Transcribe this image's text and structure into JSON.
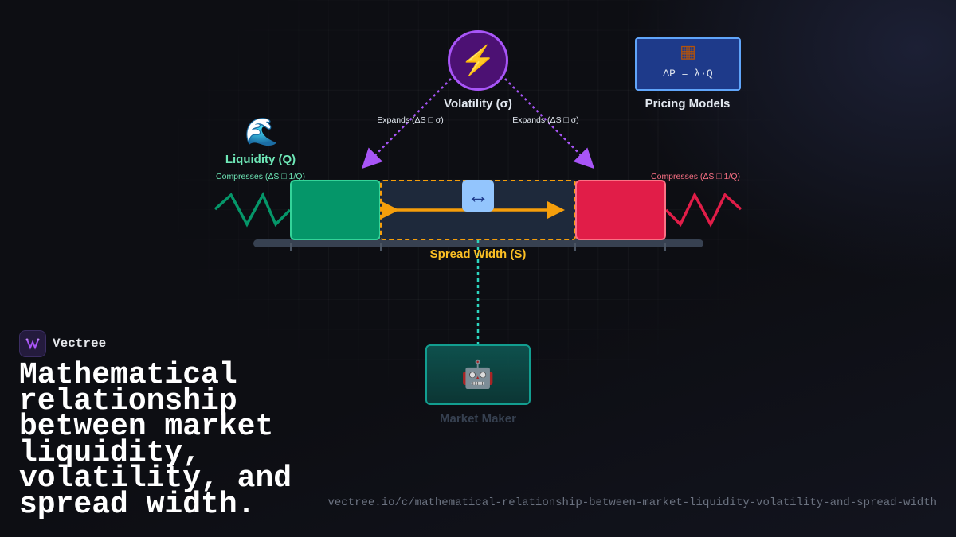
{
  "brand": {
    "name": "Vectree"
  },
  "headline": "Mathematical relationship between market liquidity, volatility, and spread width.",
  "url": "vectree.io/c/mathematical-relationship-between-market-liquidity-volatility-and-spread-width",
  "diagram": {
    "volatility": {
      "icon": "lightning-bolt-icon",
      "glyph": "⚡",
      "label": "Volatility (σ)"
    },
    "expand_left": "Expands (ΔS □ σ)",
    "expand_right": "Expands (ΔS □ σ)",
    "pricing": {
      "icon": "abacus-icon",
      "glyph": "▦",
      "formula": "ΔP = λ·Q",
      "label": "Pricing Models"
    },
    "liquidity": {
      "icon": "wave-icon",
      "glyph": "🌊",
      "label": "Liquidity (Q)",
      "effect": "Compresses (ΔS □ 1/Q)"
    },
    "ask_effect": "Compresses (ΔS □ 1/Q)",
    "spread": {
      "icon": "left-right-arrow-icon",
      "glyph": "↔",
      "label": "Spread Width (S)"
    },
    "market_maker": {
      "icon": "robot-icon",
      "glyph": "🤖",
      "label": "Market Maker"
    },
    "colors": {
      "bid": "#059669",
      "ask": "#e11d48",
      "spread_border": "#f59e0b",
      "volatility": "#a855f7",
      "liquidity_text": "#6ee7b7",
      "pricing": "#1e3a8a",
      "market_maker": "#14b8a6"
    }
  }
}
